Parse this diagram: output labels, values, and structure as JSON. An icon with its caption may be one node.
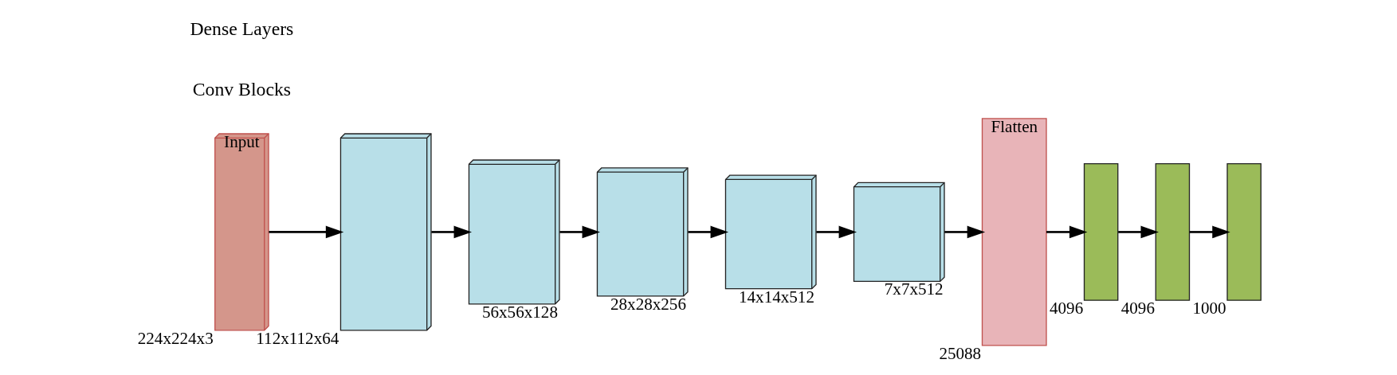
{
  "diagram": {
    "nodes": [
      {
        "text": [
          "Input"
        ],
        "beside": [
          "224x224x3"
        ]
      },
      {
        "text": [],
        "shape": "box",
        "beside": [
          "112x112x64"
        ]
      },
      {
        "text": [],
        "shape": "box",
        "beside": [
          "56x56x128"
        ]
      },
      {
        "text": [],
        "shape": "box",
        "beside": [
          "28x28x256"
        ]
      },
      {
        "text": [],
        "shape": "box",
        "beside": [
          "14x14x512"
        ]
      },
      {
        "text": [],
        "shape": "box",
        "beside": [
          "7x7x512"
        ]
      },
      {
        "text": [
          "Flatten"
        ],
        "beside": [
          "25088"
        ]
      },
      {
        "text": [],
        "shape": "bar",
        "beside": [
          "4096"
        ]
      },
      {
        "text": [],
        "shape": "bar",
        "beside": [
          "4096"
        ]
      },
      {
        "text": [],
        "shape": "bar",
        "beside": [
          "1000"
        ]
      }
    ],
    "edges": [
      {
        "from": 0,
        "to": 1,
        "arrow": "to"
      },
      {
        "from": 1,
        "to": 2,
        "arrow": "to"
      },
      {
        "from": 2,
        "to": 3,
        "arrow": "to"
      },
      {
        "from": 3,
        "to": 4,
        "arrow": "to"
      },
      {
        "from": 4,
        "to": 5,
        "arrow": "to"
      },
      {
        "from": 5,
        "to": 6,
        "arrow": "to"
      },
      {
        "from": 6,
        "to": 7,
        "arrow": "to"
      },
      {
        "from": 7,
        "to": 8,
        "arrow": "to"
      },
      {
        "from": 8,
        "to": 9,
        "arrow": "to"
      }
    ],
    "labels": [
      "Conv Blocks",
      "Dense Layers"
    ]
  }
}
